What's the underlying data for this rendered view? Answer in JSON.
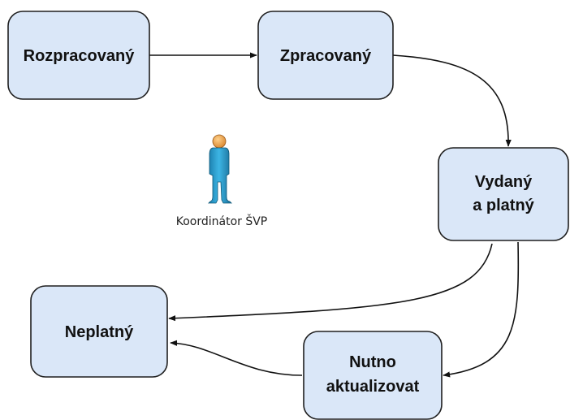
{
  "diagram": {
    "nodes": {
      "rozpracovany": {
        "lines": [
          "Rozpracovaný"
        ]
      },
      "zpracovany": {
        "lines": [
          "Zpracovaný"
        ]
      },
      "vydany": {
        "lines": [
          "Vydaný",
          "a platný"
        ]
      },
      "neplatny": {
        "lines": [
          "Neplatný"
        ]
      },
      "nutno": {
        "lines": [
          "Nutno",
          "aktualizovat"
        ]
      }
    },
    "actor": {
      "label": "Koordinátor ŠVP",
      "icon": "person-icon"
    },
    "edges": [
      {
        "from": "Rozpracovaný",
        "to": "Zpracovaný"
      },
      {
        "from": "Zpracovaný",
        "to": "Vydaný a platný"
      },
      {
        "from": "Vydaný a platný",
        "to": "Neplatný"
      },
      {
        "from": "Vydaný a platný",
        "to": "Nutno aktualizovat"
      },
      {
        "from": "Nutno aktualizovat",
        "to": "Neplatný"
      }
    ],
    "colors": {
      "node_fill": "#dae7f8",
      "node_stroke": "#1f1f1f",
      "actor_body": "#2ea6d6",
      "actor_head": "#f0a84c"
    }
  }
}
